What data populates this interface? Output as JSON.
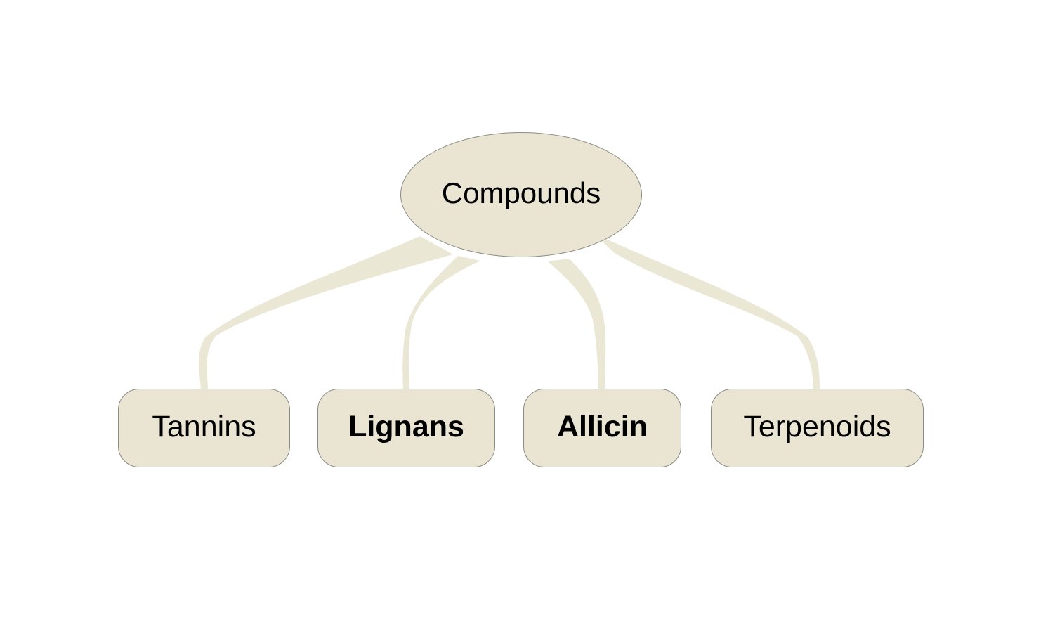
{
  "diagram": {
    "type": "mindmap",
    "root": {
      "label": "Compounds"
    },
    "children": [
      {
        "label": "Tannins",
        "bold": false
      },
      {
        "label": "Lignans",
        "bold": true
      },
      {
        "label": "Allicin",
        "bold": true
      },
      {
        "label": "Terpenoids",
        "bold": false
      }
    ],
    "edges": [
      {
        "from": "Compounds",
        "to": "Tannins"
      },
      {
        "from": "Compounds",
        "to": "Lignans"
      },
      {
        "from": "Compounds",
        "to": "Allicin"
      },
      {
        "from": "Compounds",
        "to": "Terpenoids"
      }
    ],
    "colors": {
      "node_fill": "#e9e5d2",
      "node_border": "#8c8b84",
      "link_fill": "#ebe7d5",
      "text": "#000000",
      "background": "#ffffff"
    }
  }
}
